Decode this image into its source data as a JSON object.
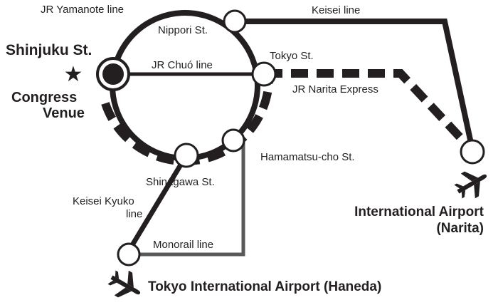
{
  "lines": {
    "yamanote": "JR Yamanote line",
    "chuo": "JR Chuó line",
    "keisei": "Keisei line",
    "narita_express": "JR Narita Express",
    "keisei_kyuko_1": "Keisei Kyuko",
    "keisei_kyuko_2": "line",
    "monorail": "Monorail line"
  },
  "stations": {
    "nippori": "Nippori St.",
    "tokyo": "Tokyo St.",
    "hamamatsucho": "Hamamatsu-cho St.",
    "shinagawa": "Shinagawa St.",
    "shinjuku": "Shinjuku St."
  },
  "venue": {
    "line1": "Congress",
    "line2": "Venue",
    "star": "★"
  },
  "airports": {
    "narita_line1": "International Airport",
    "narita_line2": "(Narita)",
    "haneda_name": "Tokyo International Airport ",
    "haneda_paren": "(Haneda)"
  },
  "colors": {
    "ink": "#231f20",
    "monorail": "#58595b",
    "station_fill": "#ffffff"
  },
  "icons": {
    "airport": "airplane-icon",
    "venue": "star-icon"
  }
}
